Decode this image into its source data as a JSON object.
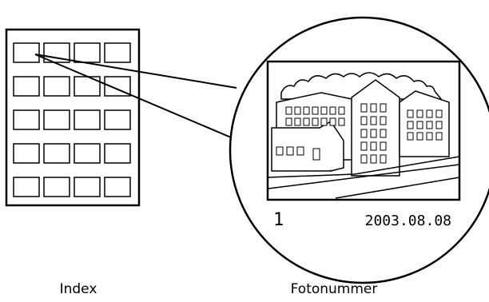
{
  "index_sheet": {
    "rows": 5,
    "columns": 4
  },
  "magnified_photo": {
    "photo_number": "1",
    "date": "2003.08.08"
  },
  "captions": {
    "index": "Index",
    "photo_number": "Fotonummer"
  }
}
